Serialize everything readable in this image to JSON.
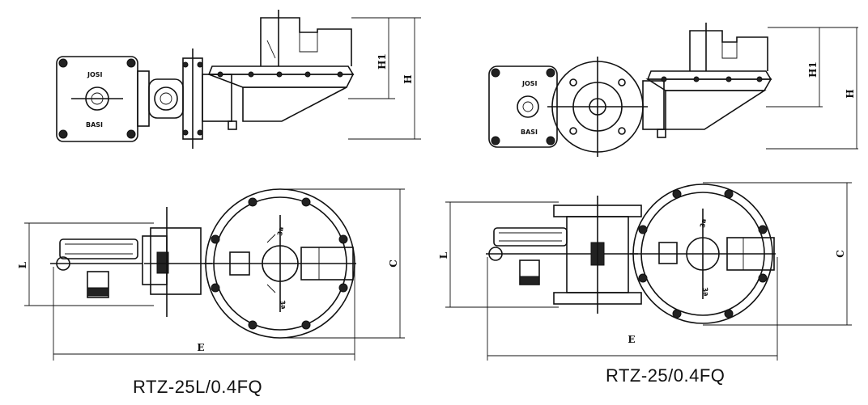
{
  "captions": {
    "left": "RTZ-25L/0.4FQ",
    "right": "RTZ-25/0.4FQ"
  },
  "dimensions": {
    "h1": "H1",
    "h": "H",
    "l": "L",
    "c": "C",
    "e": "E"
  },
  "dial": {
    "top": "JOSI",
    "bottom": "BASI"
  },
  "labels": {
    "arrow": "3a"
  },
  "colors": {
    "line": "#111111",
    "background": "#ffffff"
  }
}
